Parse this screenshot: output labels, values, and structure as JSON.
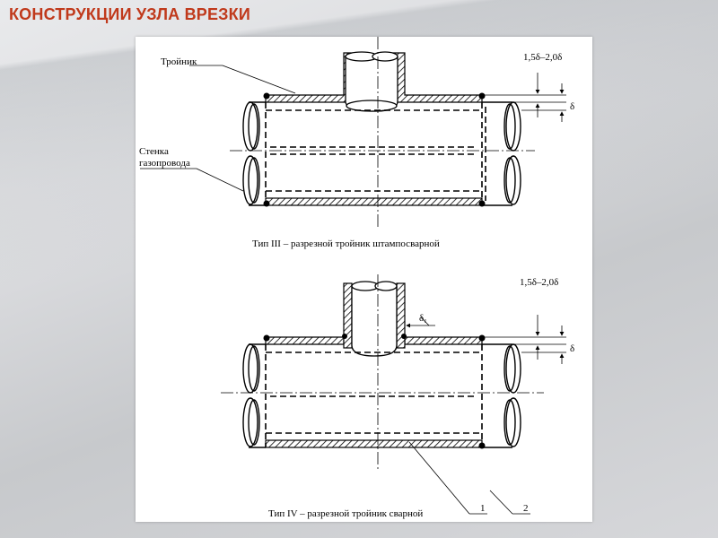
{
  "slide_title": "КОНСТРУКЦИИ УЗЛА ВРЕЗКИ",
  "fig3": {
    "tee_label": "Тройник",
    "wall_label_1": "Стенка",
    "wall_label_2": "газопровода",
    "dim_range": "1,5δ–2,0δ",
    "dim_delta": "δ",
    "caption": "Тип III – разрезной тройник штампосварной"
  },
  "fig4": {
    "delta1": "δ₁",
    "dim_range": "1,5δ–2,0δ",
    "dim_delta": "δ",
    "callout_1": "1",
    "callout_2": "2",
    "caption": "Тип IV – разрезной тройник сварной"
  }
}
